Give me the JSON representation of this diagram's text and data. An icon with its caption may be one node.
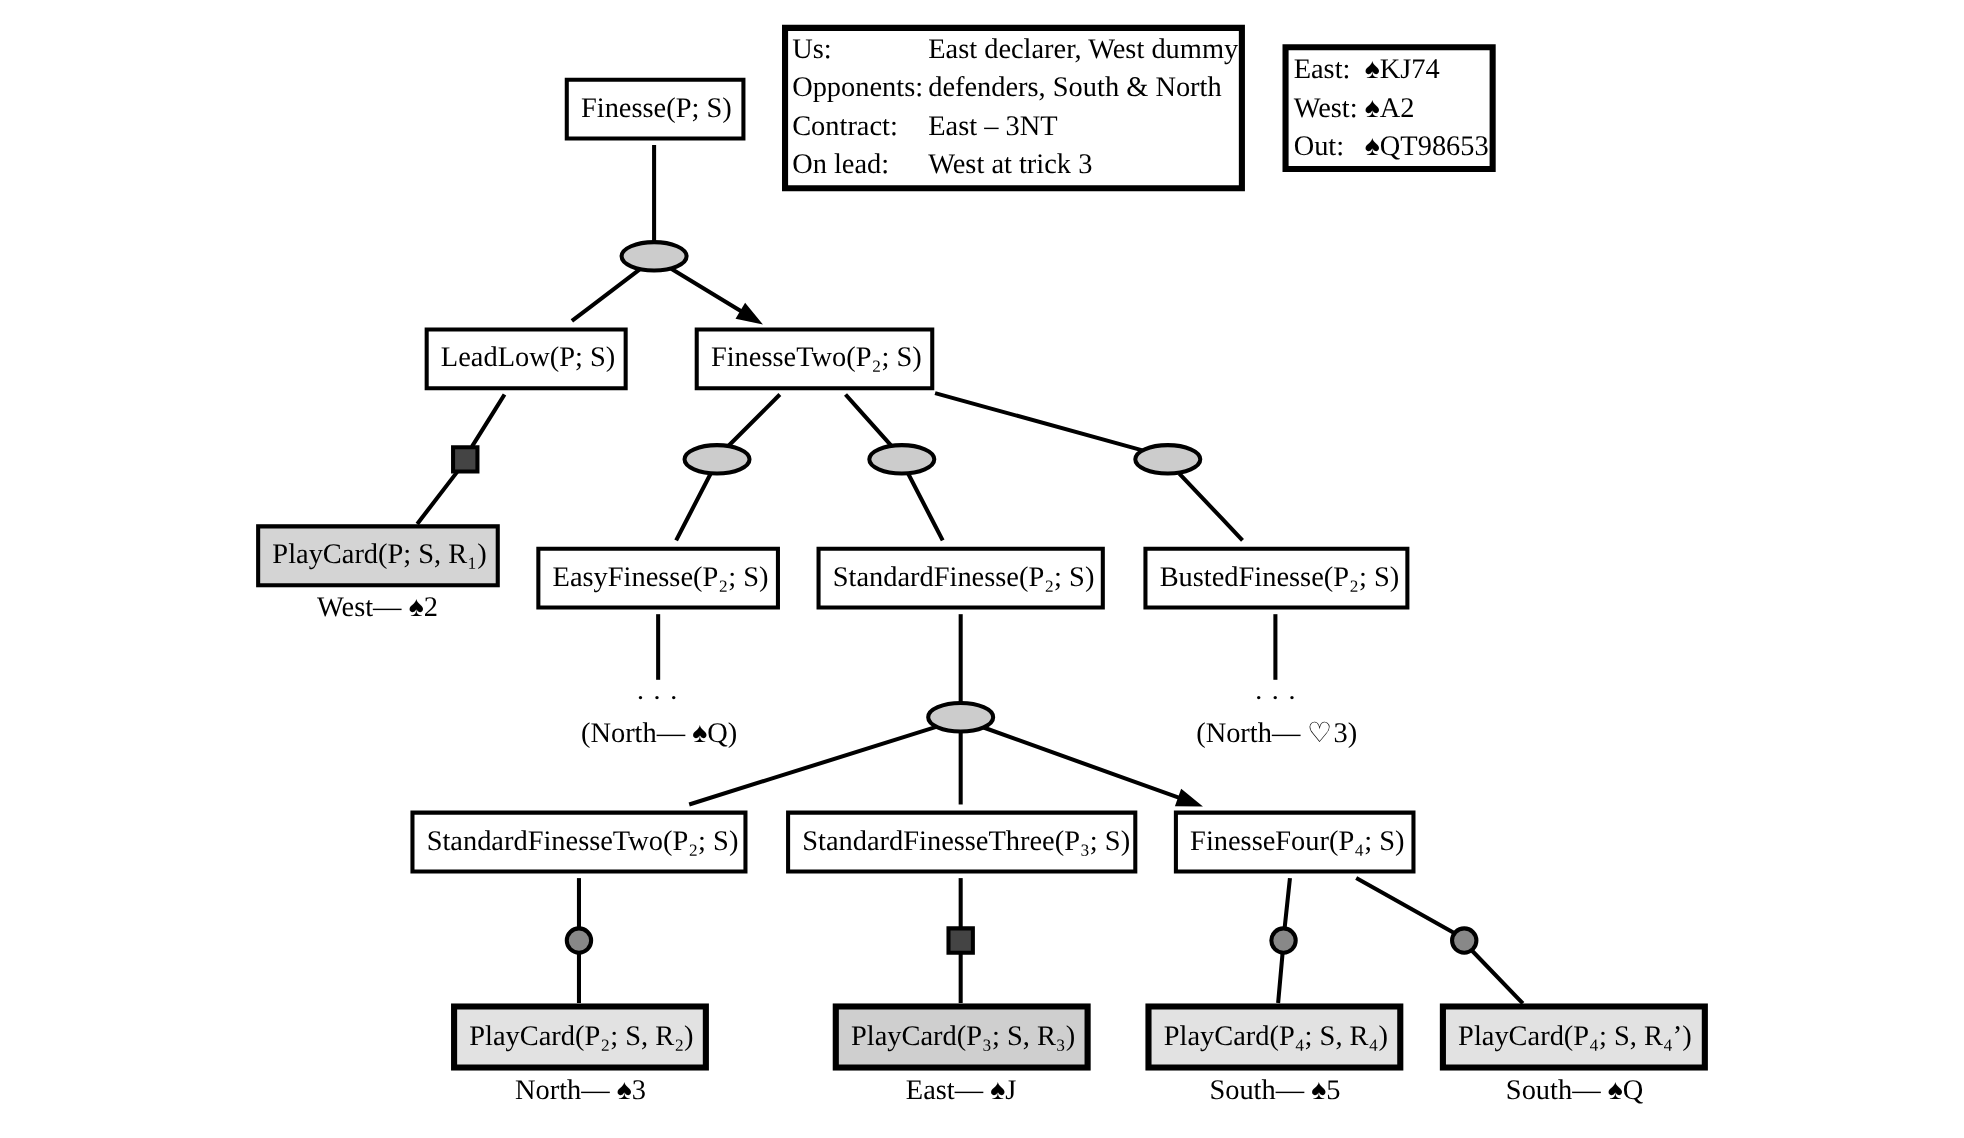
{
  "diagram": {
    "nodes": [
      {
        "text": [
          "Finesse(P; S)"
        ]
      },
      {
        "text": [],
        "shape": "ellipse"
      },
      {
        "text": [
          "LeadLow(P; S)"
        ]
      },
      {
        "text": [
          "FinesseTwo(P₂; S)"
        ]
      },
      {
        "text": [],
        "shape": "box"
      },
      {
        "text": [],
        "shape": "ellipse"
      },
      {
        "text": [],
        "shape": "ellipse"
      },
      {
        "text": [],
        "shape": "ellipse"
      },
      {
        "text": [
          "PlayCard(P; S, R₁)"
        ],
        "beside": [
          "West— ♠2"
        ]
      },
      {
        "text": [
          "EasyFinesse(P₂; S)"
        ]
      },
      {
        "text": [
          "StandardFinesse(P₂; S)"
        ]
      },
      {
        "text": [
          "BustedFinesse(P₂; S)"
        ]
      },
      {
        "text": [],
        "shape": "ellipse"
      },
      {
        "text": [
          "· · ·",
          "(North— ♠Q)"
        ]
      },
      {
        "text": [
          "· · ·",
          "(North— ♡3)"
        ]
      },
      {
        "text": [
          "StandardFinesseTwo(P₂; S)"
        ]
      },
      {
        "text": [
          "StandardFinesseThree(P₃; S)"
        ]
      },
      {
        "text": [
          "FinesseFour(P₄; S)"
        ]
      },
      {
        "text": [],
        "shape": "circle"
      },
      {
        "text": [],
        "shape": "box"
      },
      {
        "text": [],
        "shape": "circle"
      },
      {
        "text": [],
        "shape": "circle"
      },
      {
        "text": [
          "PlayCard(P₂; S, R₂)"
        ],
        "beside": [
          "North— ♠3"
        ]
      },
      {
        "text": [
          "PlayCard(P₃; S, R₃)"
        ],
        "beside": [
          "East— ♠J"
        ]
      },
      {
        "text": [
          "PlayCard(P₄; S, R₄)"
        ],
        "beside": [
          "South— ♠5"
        ]
      },
      {
        "text": [
          "PlayCard(P₄; S, R₄’)"
        ],
        "beside": [
          "South— ♠Q"
        ]
      },
      {
        "text": [
          "Us:",
          "East declarer, West dummy",
          "Opponents:",
          "defenders, South & North",
          "Contract:",
          "East – 3NT",
          "On lead:",
          "West at trick 3"
        ]
      },
      {
        "text": [
          "East:",
          "♠KJ74",
          "West:",
          "♠A2",
          "Out:",
          "♠QT98653"
        ]
      }
    ],
    "edges": [
      {
        "from": 0,
        "to": 1,
        "arrow": "none"
      },
      {
        "from": 1,
        "to": 2,
        "arrow": "none"
      },
      {
        "from": 1,
        "to": 3,
        "arrow": "to"
      },
      {
        "from": 2,
        "to": 4,
        "arrow": "none"
      },
      {
        "from": 4,
        "to": 8,
        "arrow": "none"
      },
      {
        "from": 3,
        "to": 5,
        "arrow": "none"
      },
      {
        "from": 3,
        "to": 6,
        "arrow": "none"
      },
      {
        "from": 3,
        "to": 7,
        "arrow": "none"
      },
      {
        "from": 5,
        "to": 9,
        "arrow": "none"
      },
      {
        "from": 6,
        "to": 10,
        "arrow": "none"
      },
      {
        "from": 7,
        "to": 11,
        "arrow": "none"
      },
      {
        "from": 9,
        "to": 13,
        "arrow": "none"
      },
      {
        "from": 10,
        "to": 12,
        "arrow": "none"
      },
      {
        "from": 11,
        "to": 14,
        "arrow": "none"
      },
      {
        "from": 12,
        "to": 15,
        "arrow": "none"
      },
      {
        "from": 12,
        "to": 16,
        "arrow": "none"
      },
      {
        "from": 12,
        "to": 17,
        "arrow": "to"
      },
      {
        "from": 15,
        "to": 18,
        "arrow": "none"
      },
      {
        "from": 16,
        "to": 19,
        "arrow": "none"
      },
      {
        "from": 17,
        "to": 20,
        "arrow": "none"
      },
      {
        "from": 17,
        "to": 21,
        "arrow": "none"
      },
      {
        "from": 18,
        "to": 22,
        "arrow": "none"
      },
      {
        "from": 19,
        "to": 23,
        "arrow": "none"
      },
      {
        "from": 20,
        "to": 24,
        "arrow": "none"
      },
      {
        "from": 21,
        "to": 25,
        "arrow": "none"
      }
    ]
  }
}
